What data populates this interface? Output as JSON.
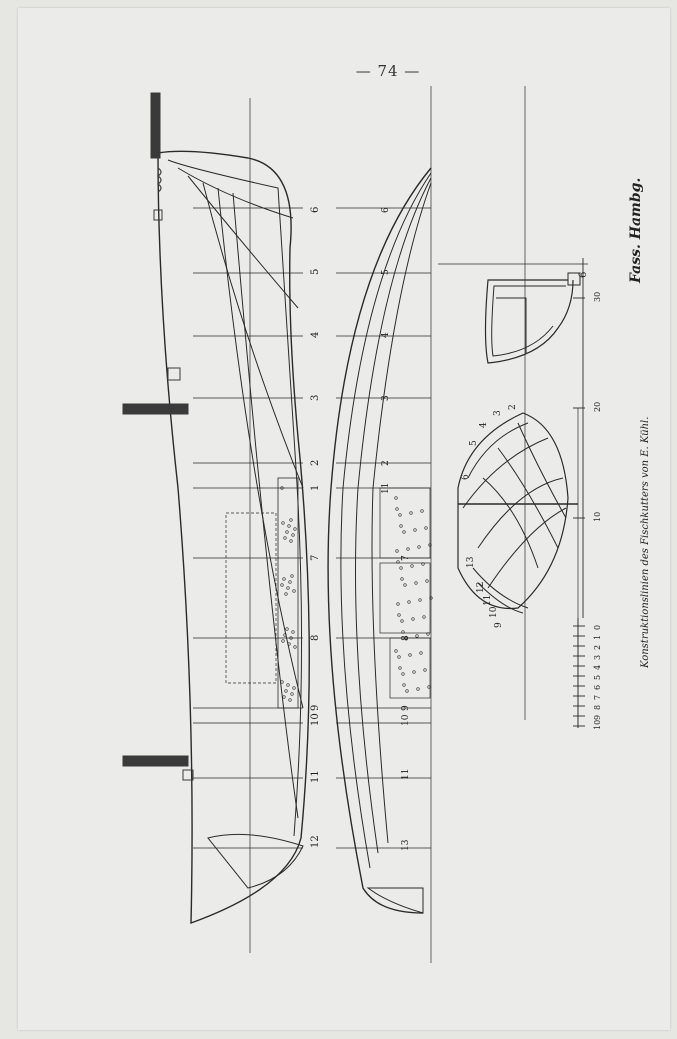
{
  "page": {
    "number": "— 74 —",
    "caption": "Konstruktionslinien des Fischkutters von E. Kühl.",
    "place": "Fass. Hambg."
  },
  "drawing": {
    "station_labels_profile": [
      "12",
      "11",
      "10",
      "9",
      "8",
      "7",
      "1",
      "2",
      "3",
      "4",
      "5",
      "6"
    ],
    "station_labels_plan": [
      "13",
      "11",
      "10",
      "9",
      "8",
      "7",
      "11",
      "2",
      "3",
      "4",
      "5",
      "6"
    ],
    "body_plan_labels": [
      "6",
      "5",
      "4",
      "3",
      "2",
      "13",
      "12",
      "11",
      "10",
      "9"
    ],
    "midship_label": "6",
    "scale_numbers": [
      "10",
      "9",
      "8",
      "7",
      "6",
      "5",
      "4",
      "3",
      "2",
      "1",
      "0",
      "10",
      "20",
      "30"
    ]
  },
  "colors": {
    "ink": "#2a2a2a",
    "paper": "#ebebea",
    "mast": "#3a3a3a"
  }
}
